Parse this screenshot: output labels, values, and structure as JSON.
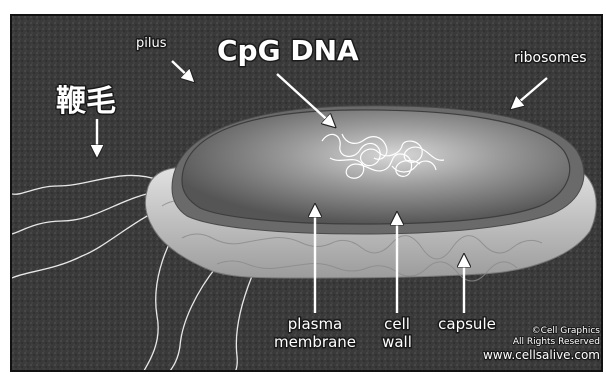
{
  "labels": {
    "pilus": "pilus",
    "cpg_dna": "CpG DNA",
    "ribosomes": "ribosomes",
    "flagellum": "鞭毛",
    "plasma_membrane_line1": "plasma",
    "plasma_membrane_line2": "membrane",
    "cell_wall_line1": "cell",
    "cell_wall_line2": "wall",
    "capsule": "capsule"
  },
  "credit": {
    "line1": "©Cell Graphics",
    "line2": "All Rights Reserved",
    "line3": "www.cellsalive.com"
  }
}
